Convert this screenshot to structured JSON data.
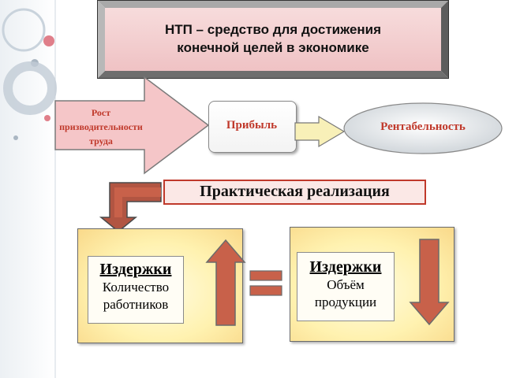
{
  "title_box": {
    "line1": "НТП – средство для достижения",
    "line2": "конечной целей  в экономике"
  },
  "flow": {
    "arrow_label_line1": "Рост",
    "arrow_label_line2": "призводительности",
    "arrow_label_line3": "труда",
    "profit": "Прибыль",
    "profitability": "Рентабельность"
  },
  "practical": {
    "label": "Практическая реализация"
  },
  "left_panel": {
    "heading": "Издержки",
    "line1": "Количество",
    "line2": "работников",
    "trend": "up"
  },
  "right_panel": {
    "heading": "Издержки",
    "line1": "Объём",
    "line2": "продукции",
    "trend": "down"
  },
  "colors": {
    "arrow_red": "#c8614a",
    "pink_box": "#f2c4c6",
    "yellow_fill": "#fff2b0"
  }
}
